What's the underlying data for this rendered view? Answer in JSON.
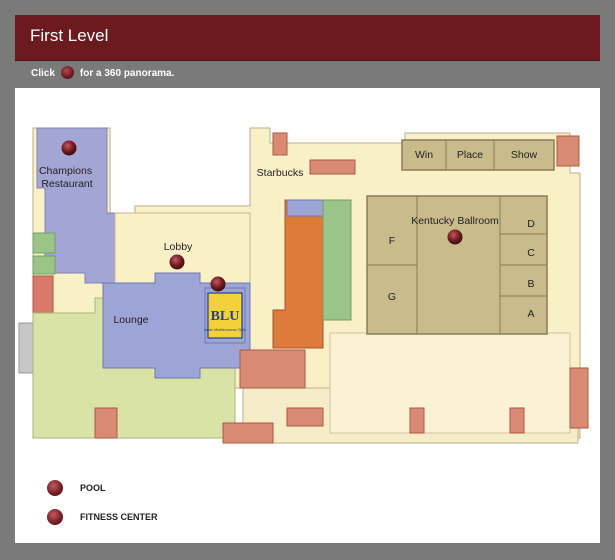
{
  "header": {
    "title": "First Level"
  },
  "hint": {
    "before": "Click",
    "after": "for a 360 panorama."
  },
  "colors": {
    "header_bg": "#6b1a1e",
    "panorama_dot": "#7a1e25",
    "meeting_rooms": "#c9bb8c",
    "restaurant": "#a3a6d4",
    "lounge_blue": "#9da5d6",
    "lawn": "#d9e3a6",
    "public_area": "#faf0c8",
    "orange_feature": "#dd7a3c",
    "green_strip": "#9bc48a",
    "stair_red": "#cf5f50"
  },
  "map": {
    "rooms": {
      "champions": "Champions\nRestaurant",
      "starbucks": "Starbucks",
      "lobby": "Lobby",
      "lounge": "Lounge",
      "kentucky": "Kentucky Ballroom",
      "win": "Win",
      "place": "Place",
      "show": "Show",
      "d": "D",
      "c": "C",
      "b": "B",
      "a": "A",
      "f": "F",
      "g": "G"
    },
    "logo": {
      "mark": "BLU",
      "sub": "Italian Mediterranean Grille"
    },
    "panoramas": [
      "champions-restaurant",
      "lobby",
      "blu-restaurant",
      "kentucky-ballroom"
    ]
  },
  "legend": [
    {
      "label": "POOL",
      "icon": "panorama-dot"
    },
    {
      "label": "FITNESS CENTER",
      "icon": "panorama-dot"
    }
  ]
}
